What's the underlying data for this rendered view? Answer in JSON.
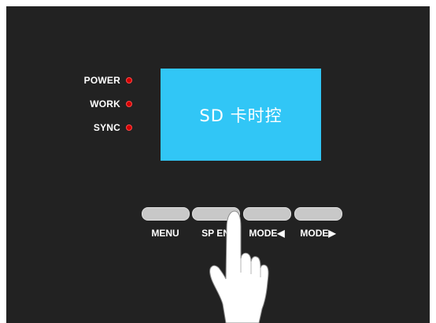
{
  "leds": [
    {
      "label": "POWER",
      "color": "#d40000"
    },
    {
      "label": "WORK",
      "color": "#d40000"
    },
    {
      "label": "SYNC",
      "color": "#d40000"
    }
  ],
  "screen": {
    "text": "SD 卡时控",
    "color": "#31c6f6"
  },
  "buttons": [
    {
      "label": "MENU"
    },
    {
      "label": "SP EN"
    },
    {
      "label": "MODE◀"
    },
    {
      "label": "MODE▶"
    }
  ],
  "colors": {
    "panel": "#222222",
    "button": "#c8c8c8",
    "led": "#d40000"
  },
  "icons": {
    "hand": "pointing-hand-icon"
  }
}
